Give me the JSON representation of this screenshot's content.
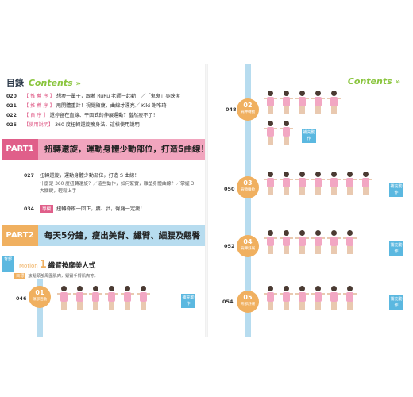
{
  "left": {
    "toc_title_zh": "目錄",
    "toc_title_en": "Contents",
    "rows": [
      {
        "num": "020",
        "tag": "【 推 薦 序 】",
        "text": "想瘦一輩子，跟著 RuRu 老師一起動！／「鬼鬼」吳映潔"
      },
      {
        "num": "021",
        "tag": "【 推 薦 序 】",
        "text": "甩開體重計！視覺顯瘦，曲線才漂亮／ Kiki 謝唯琦"
      },
      {
        "num": "022",
        "tag": "【 自    序 】",
        "text": "還停留在直線、平面式的伸展運動？當然瘦不了！"
      },
      {
        "num": "025",
        "tag": "【使用說明】",
        "text": "360 度扭轉還旋瘦身法，這樣使用說明"
      }
    ],
    "part1": {
      "label": "PART1",
      "title": "扭轉還旋，運動身體少動部位，打造S曲線！",
      "entries": [
        {
          "num": "027",
          "text": "扭轉還旋，運動身體少動部位，打造 S 曲線！"
        },
        {
          "num": "034",
          "text": "扭轉脊椎一回正，腰、肚，臀腿一定瘦！"
        }
      ],
      "note": "什麼是 360 度扭轉還旋？／這些動作，如何緊實，雕塑身體曲線？／掌握 3 大關鍵，輕鬆上手",
      "tag": "專欄"
    },
    "part2": {
      "label": "PART2",
      "title": "每天5分鐘，瘦出美背、纖臂、細腰及翹臀"
    },
    "motion": {
      "badge": "背部",
      "word": "Motion",
      "number": "1",
      "title": "纖臂按摩美人式",
      "star": "目標",
      "subtitle": "放鬆頸部周圍肌肉，緊實手臂肌肉等。"
    },
    "exercise": {
      "page": "046",
      "badge_num": "01",
      "badge_label": "頸部活動",
      "video_label": "補充動作"
    }
  },
  "right": {
    "contents_en": "Contents",
    "exercises": [
      {
        "page": "048",
        "badge_num": "02",
        "badge_label": "肩胛轉動",
        "video_label": "補充動作"
      },
      {
        "page": "050",
        "badge_num": "03",
        "badge_label": "肩頸推拉",
        "video_label": "補充動作"
      },
      {
        "page": "052",
        "badge_num": "04",
        "badge_label": "肩胛舒展",
        "video_label": "補充動作"
      },
      {
        "page": "054",
        "badge_num": "05",
        "badge_label": "背部舒緩",
        "video_label": "補充動作"
      }
    ]
  },
  "colors": {
    "accent_green": "#8ac53e",
    "part1_pink": "#f1a5be",
    "part1_label": "#e05f8a",
    "part2_blue": "#b7dcef",
    "part2_label": "#f0b060",
    "timeline_blue": "#b7dcef",
    "badge_orange": "#f0b060"
  }
}
